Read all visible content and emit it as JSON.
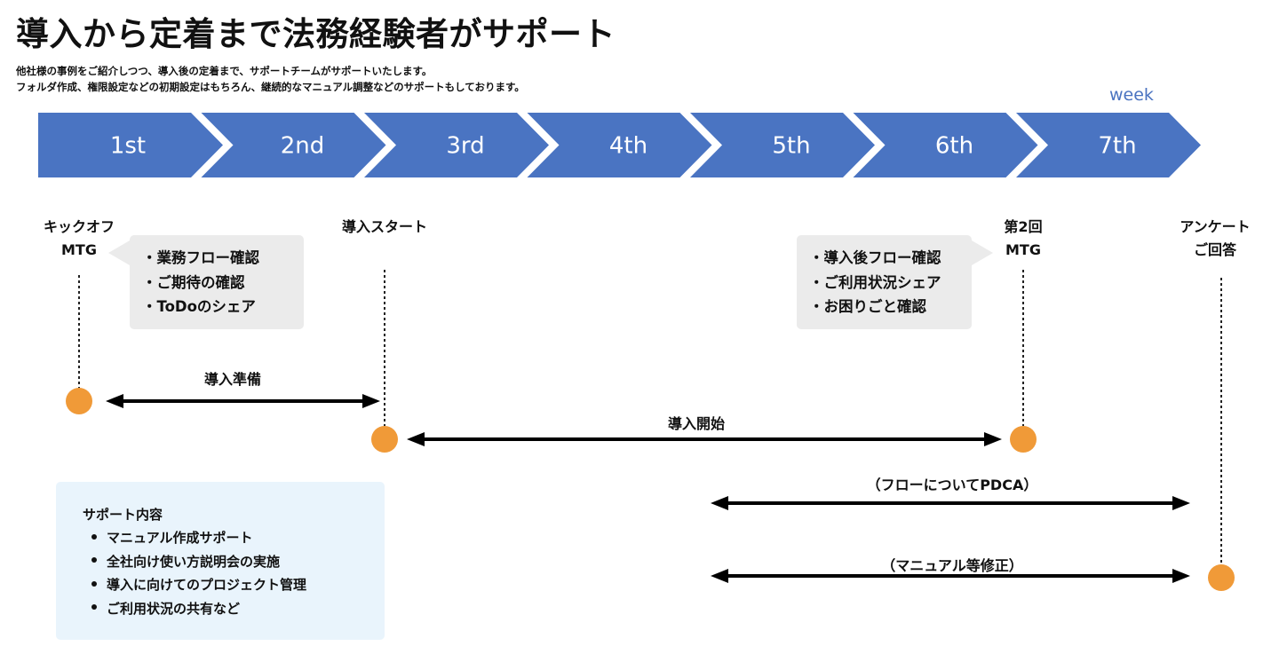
{
  "header": {
    "title": "導入から定着まで法務経験者がサポート",
    "lead_lines": [
      "他社様の事例をご紹介しつつ、導入後の定着まで、サポートチームがサポートいたします。",
      "フォルダ作成、権限設定などの初期設定はもちろん、継続的なマニュアル調整などのサポートもしております。"
    ]
  },
  "timeline": {
    "unit_label": "week",
    "weeks": [
      "1st",
      "2nd",
      "3rd",
      "4th",
      "5th",
      "6th",
      "7th"
    ],
    "chevron_color": "#4a74c2"
  },
  "milestones": [
    {
      "id": "kickoff",
      "lines": [
        "キックオフ",
        "MTG"
      ],
      "week": 1
    },
    {
      "id": "start",
      "lines": [
        "導入スタート"
      ],
      "week": 3
    },
    {
      "id": "second-mtg",
      "lines": [
        "第2回",
        "MTG"
      ],
      "week": 6
    },
    {
      "id": "survey",
      "lines": [
        "アンケート",
        "ご回答"
      ],
      "week": 7
    }
  ],
  "bubbles": [
    {
      "id": "kickoff-agenda",
      "items": [
        "・業務フロー確認",
        "・ご期待の確認",
        "・ToDoのシェア"
      ]
    },
    {
      "id": "second-mtg-agenda",
      "items": [
        "・導入後フロー確認",
        "・ご利用状況シェア",
        "・お困りごと確認"
      ]
    }
  ],
  "spans": [
    {
      "id": "prep",
      "label": "導入準備"
    },
    {
      "id": "launch",
      "label": "導入開始"
    },
    {
      "id": "pdca",
      "label": "（フローについてPDCA）"
    },
    {
      "id": "manual",
      "label": "（マニュアル等修正）"
    }
  ],
  "support": {
    "heading": "サポート内容",
    "items": [
      "マニュアル作成サポート",
      "全社向け使い方説明会の実施",
      "導入に向けてのプロジェクト管理",
      "ご利用状況の共有など"
    ]
  },
  "colors": {
    "chevron": "#4a74c2",
    "milestone_dot": "#f09a38",
    "bubble_bg": "#ebebeb",
    "support_bg": "#e9f4fc",
    "week_label": "#4a73c0"
  }
}
